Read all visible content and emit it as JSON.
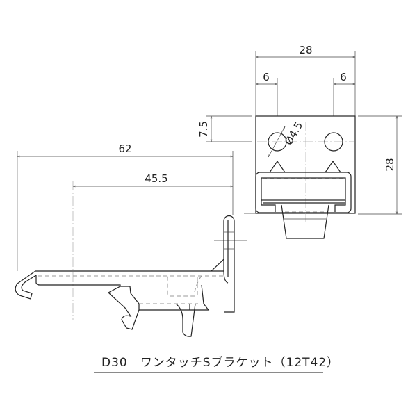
{
  "title": "D30　ワンタッチSブラケット（12T42）",
  "dimensions": {
    "top_width": "28",
    "left_offset": "6",
    "right_offset": "6",
    "height": "28",
    "hole_offset": "7.5",
    "hole_diameter": "Ø4.5",
    "overall_length": "62",
    "reach": "45.5"
  }
}
